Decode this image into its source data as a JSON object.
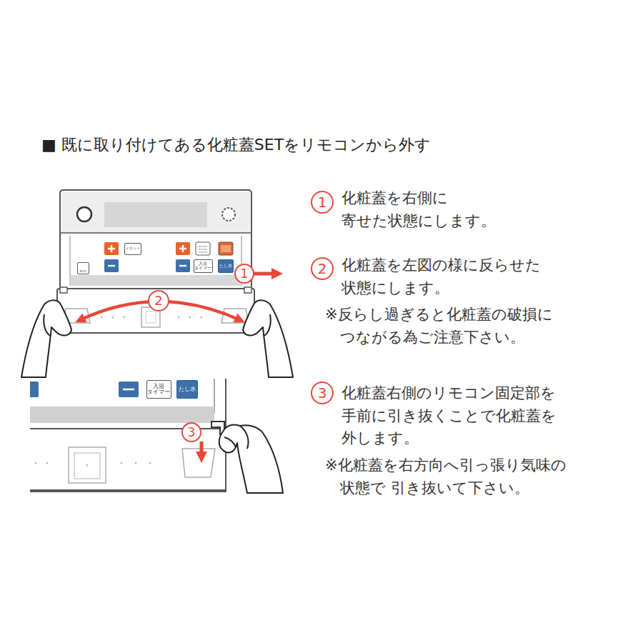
{
  "diagram": {
    "title": "■ 既に取り付けてある化粧蓋SETをリモコンから外す",
    "nodes": [
      {
        "text": [
          "1"
        ]
      },
      {
        "text": [
          "2"
        ]
      },
      {
        "text": [
          "3"
        ]
      },
      {
        "text": [
          "1"
        ]
      },
      {
        "text": [
          "2"
        ]
      },
      {
        "text": [
          "3"
        ]
      },
      {
        "text": [
          "メニュー"
        ]
      },
      {
        "text": [
          "入浴 タイマー"
        ]
      },
      {
        "text": [
          "たし水"
        ]
      },
      {
        "text": [
          "eco"
        ]
      },
      {
        "text": [
          "入浴 タイマー"
        ]
      },
      {
        "text": [
          "たし水"
        ]
      }
    ],
    "labels": [
      "化粧蓋を右側に 寄せた状態にします。",
      "化粧蓋を左図の様に反らせた 状態にします。",
      "※反らし過ぎると化粧蓋の破損に つながる為ご注意下さい。",
      "化粧蓋右側のリモコン固定部を 手前に引き抜くことで化粧蓋を 外します。",
      "※化粧蓋を右方向へ引っ張り気味の 状態で 引き抜いて下さい。"
    ]
  }
}
